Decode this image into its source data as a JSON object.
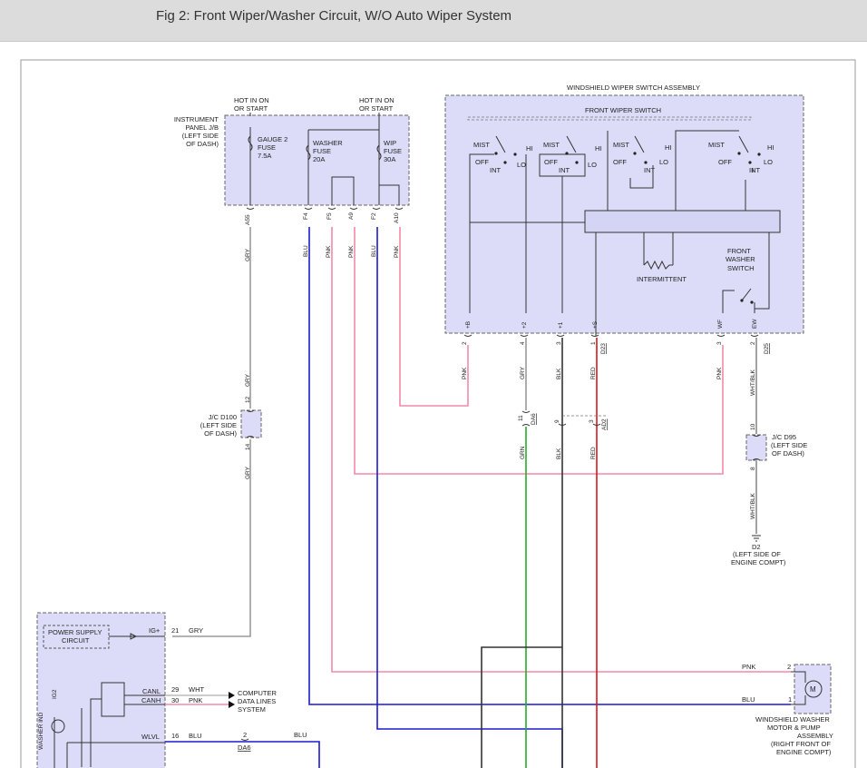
{
  "caption": "Fig 2: Front Wiper/Washer Circuit, W/O Auto Wiper System",
  "colors": {
    "GRY": "#9a9a9a",
    "BLU": "#1a1ad0",
    "PNK": "#f08aa8",
    "GRN": "#2aaa2a",
    "BLK": "#333333",
    "RED": "#d81818",
    "WHT_BLK": "#8a8a8a",
    "box_fill": "#dcdcf8"
  },
  "instrument_panel": {
    "label": [
      "INSTRUMENT",
      "PANEL J/B",
      "(LEFT SIDE",
      "OF DASH)"
    ],
    "hot1": [
      "HOT IN ON",
      "OR START"
    ],
    "hot2": [
      "HOT IN ON",
      "OR START"
    ],
    "fuses": [
      {
        "lines": [
          "GAUGE 2",
          "FUSE",
          "7.5A"
        ]
      },
      {
        "lines": [
          "WASHER",
          "FUSE",
          "20A"
        ]
      },
      {
        "lines": [
          "WIP",
          "FUSE",
          "30A"
        ]
      }
    ],
    "pins": [
      "A55",
      "F4",
      "F5",
      "A9",
      "F2",
      "A10"
    ]
  },
  "wire_colors_top": [
    "GRY",
    "BLU",
    "PNK",
    "PNK",
    "BLU",
    "PNK"
  ],
  "wiper_switch": {
    "title": "WINDSHIELD WIPER SWITCH ASSEMBLY",
    "front_wiper_switch": "FRONT WIPER SWITCH",
    "positions": {
      "mist": "MIST",
      "off": "OFF",
      "int": "INT",
      "lo": "LO",
      "hi": "HI"
    },
    "intermittent": "INTERMITTENT",
    "washer_switch": [
      "FRONT",
      "WASHER",
      "SWITCH"
    ],
    "terminals": [
      "+B",
      "+2",
      "+1",
      "+S",
      "WF",
      "EW"
    ],
    "pin_numbers": [
      "2",
      "4",
      "3",
      "1",
      "3",
      "2"
    ],
    "connector_left": "D23",
    "connector_right": "D25",
    "wire_colors": [
      "PNK",
      "GRY",
      "BLK",
      "RED",
      "PNK",
      "WHT/BLK"
    ]
  },
  "jc_d100": {
    "label": [
      "J/C D100",
      "(LEFT SIDE",
      "OF DASH)"
    ],
    "pin_top": "12",
    "pin_bottom": "14",
    "wire_top": "GRY",
    "wire_bottom": "GRY"
  },
  "da6_junction": {
    "pin": "11",
    "connector": "DA6"
  },
  "ad2_junction": {
    "pin_left": "9",
    "pin_right": "3",
    "connector": "AD2"
  },
  "lower_wires": {
    "grn": "GRN",
    "blk": "BLK",
    "red": "RED"
  },
  "jc_d95": {
    "label": [
      "J/C D95",
      "(LEFT SIDE",
      "OF DASH)"
    ],
    "pin_top": "10",
    "pin_bottom": "8",
    "wire_bottom": "WHT/BLK"
  },
  "ground": {
    "name": "D2",
    "label": [
      "(LEFT SIDE OF",
      "ENGINE COMPT)"
    ]
  },
  "body_ecu": {
    "power_supply": [
      "POWER SUPPLY",
      "CIRCUIT"
    ],
    "rows": [
      {
        "name": "IG+",
        "pin": "21",
        "wire": "GRY"
      },
      {
        "name": "CANL",
        "pin": "29",
        "wire": "WHT"
      },
      {
        "name": "CANH",
        "pin": "30",
        "wire": "PNK"
      },
      {
        "name": "WLVL",
        "pin": "16",
        "wire": "BLU"
      }
    ],
    "ig2": "IG2",
    "washer_ind": "WASHER IND"
  },
  "computer_data": [
    "COMPUTER",
    "DATA LINES",
    "SYSTEM"
  ],
  "wlvl_connector": {
    "pin": "2",
    "connector": "DA6",
    "wire": "BLU"
  },
  "washer_motor": {
    "pin_pnk": "2",
    "pin_blu": "1",
    "wire_pnk": "PNK",
    "wire_blu": "BLU",
    "motor_symbol": "M",
    "label": [
      "WINDSHIELD WASHER",
      "MOTOR & PUMP",
      "ASSEMBLY",
      "(RIGHT FRONT OF",
      "ENGINE COMPT)"
    ]
  }
}
